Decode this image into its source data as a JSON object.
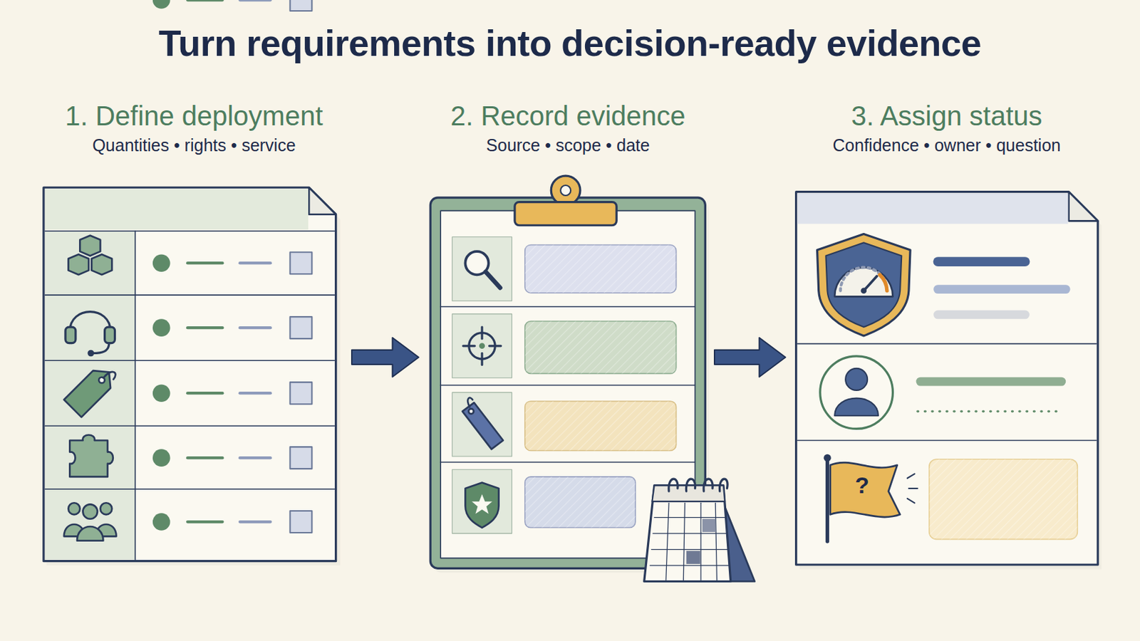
{
  "diagram": {
    "title": "Turn requirements into decision-ready evidence",
    "nodes": [
      {
        "text": [
          "1. Define deployment",
          "Quantities • rights • service"
        ]
      },
      {
        "text": [
          "2. Record evidence",
          "Source • scope • date"
        ]
      },
      {
        "text": [
          "3. Assign status",
          "Confidence • owner • question"
        ]
      }
    ],
    "edges": [
      {
        "from": 0,
        "to": 1,
        "arrow": "to"
      },
      {
        "from": 1,
        "to": 2,
        "arrow": "to"
      }
    ],
    "labels": [
      "?"
    ]
  }
}
